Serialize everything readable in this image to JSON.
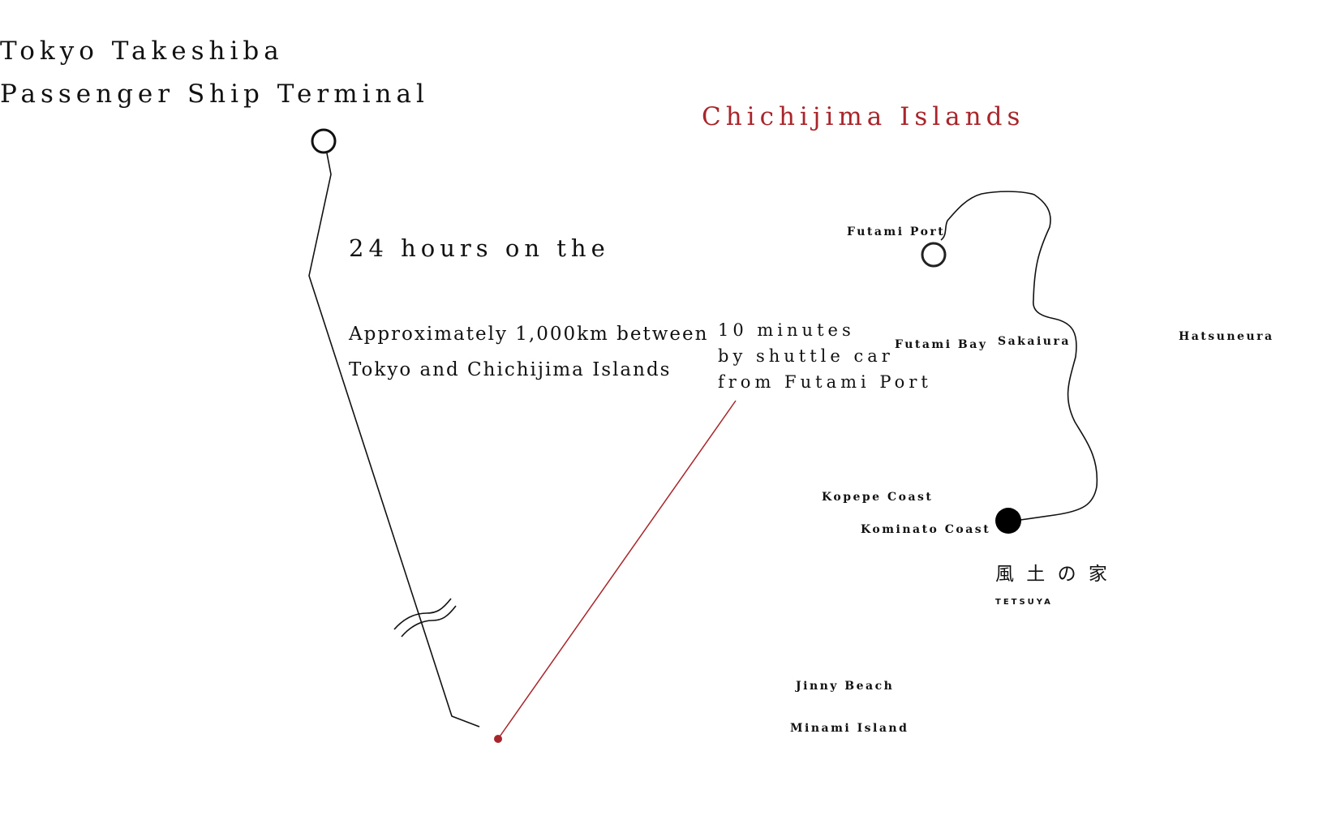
{
  "origin": {
    "line1": "Tokyo Takeshiba",
    "line2": "Passenger Ship Terminal"
  },
  "destination": {
    "title": "Chichijima Islands",
    "color": "#a8262b"
  },
  "voyage": {
    "heading": "24 hours on the",
    "line1": "Approximately 1,000km between",
    "line2": "Tokyo and Chichijima Islands"
  },
  "shuttle": {
    "line1": "10 minutes",
    "line2": "by shuttle car",
    "line3": "from Futami Port"
  },
  "places": {
    "futami_port": "Futami Port",
    "futami_bay": "Futami Bay",
    "sakaiura": "Sakaiura",
    "hatsuneura": "Hatsuneura",
    "kopepe_coast": "Kopepe Coast",
    "kominato_coast": "Kominato Coast",
    "jinny_beach": "Jinny Beach",
    "minami_island": "Minami Island"
  },
  "inn": {
    "name_ja": "風 土 の 家",
    "name_en": "TETSUYA"
  }
}
